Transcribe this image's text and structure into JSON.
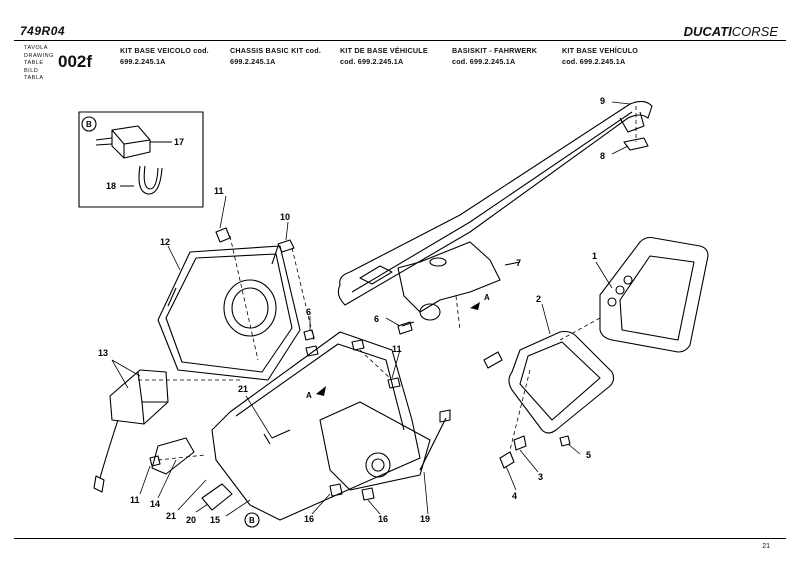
{
  "header": {
    "model": "749R04",
    "brand_main": "DUCATI",
    "brand_sub": "CORSE",
    "table_label_lines": [
      "TAVOLA",
      "DRAWING",
      "TABLE",
      "BILD",
      "TABLA"
    ],
    "table_code": "002f",
    "kit_columns": [
      {
        "line1": "KIT BASE VEICOLO cod.",
        "line2": "699.2.245.1A"
      },
      {
        "line1": "CHASSIS BASIC KIT cod.",
        "line2": "699.2.245.1A"
      },
      {
        "line1": "KIT DE BASE VÉHICULE",
        "line2": "cod. 699.2.245.1A"
      },
      {
        "line1": "BASISKIT - FAHRWERK",
        "line2": "cod. 699.2.245.1A"
      },
      {
        "line1": "KIT BASE VEHÍCULO",
        "line2": "cod. 699.2.245.1A"
      }
    ]
  },
  "diagram": {
    "callouts": [
      "1",
      "4",
      "5",
      "6",
      "7",
      "8",
      "9",
      "10",
      "11",
      "12",
      "13",
      "14",
      "15",
      "16",
      "17",
      "18",
      "19",
      "20",
      "21",
      "3",
      "2"
    ],
    "view_letters": [
      "A",
      "B"
    ]
  },
  "footer": {
    "page_number": "21"
  }
}
